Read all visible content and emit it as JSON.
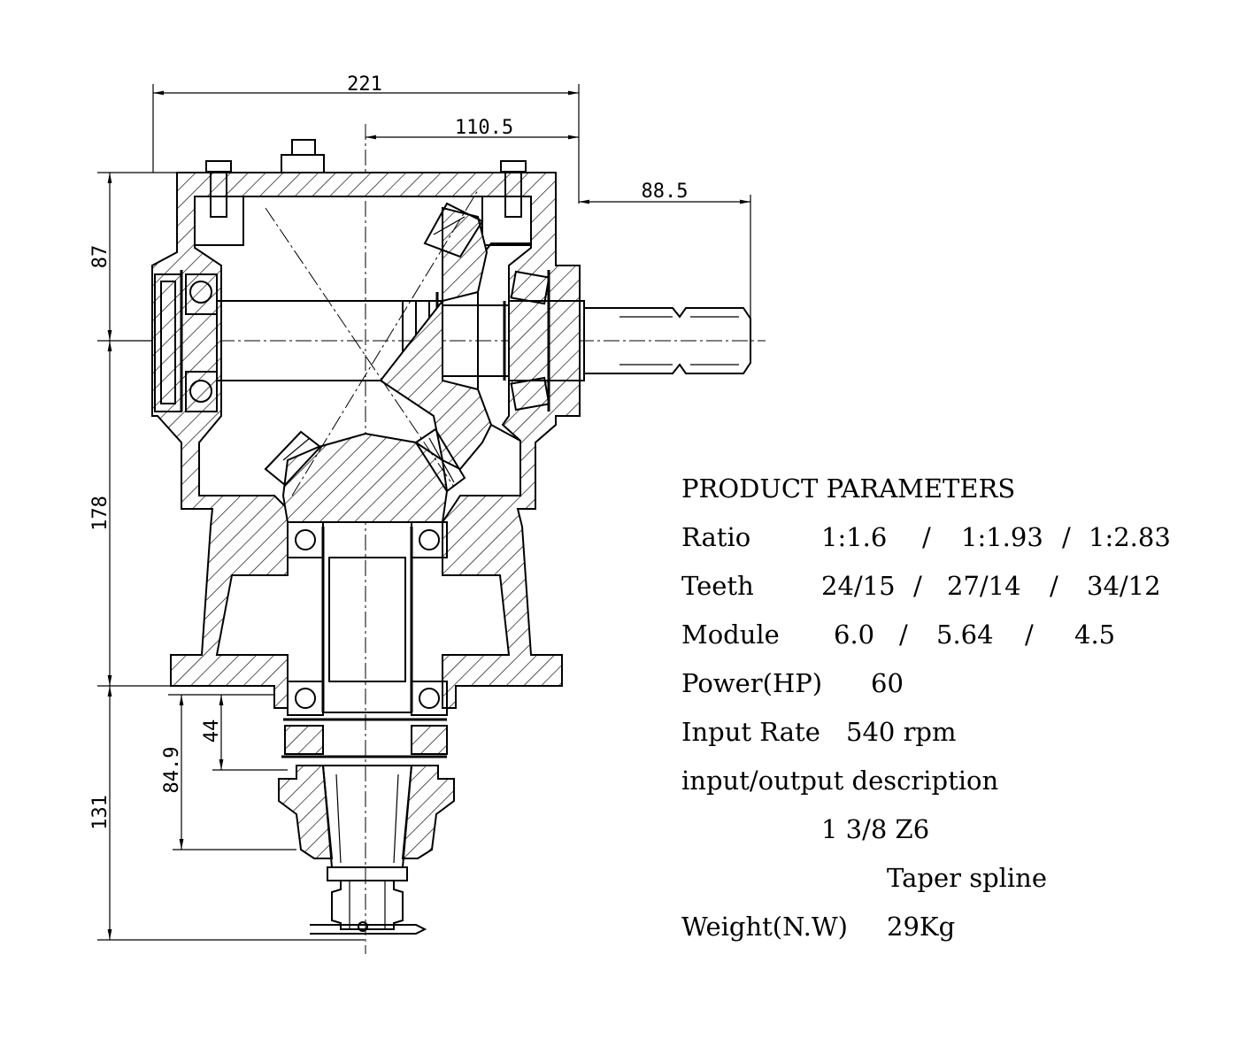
{
  "dimensions": {
    "overall_width": "221",
    "input_offset": "110.5",
    "shaft_extension": "88.5",
    "height_upper": "87",
    "height_middle": "178",
    "height_lower": "131",
    "output_offset_a": "44",
    "output_offset_b": "84.9"
  },
  "parameters": {
    "heading": "PRODUCT PARAMETERS",
    "ratio": {
      "label": "Ratio",
      "v1": "1:1.6",
      "sep1": "/",
      "v2": "1:1.93",
      "sep2": "/",
      "v3": "1:2.83"
    },
    "teeth": {
      "label": "Teeth",
      "v1": "24/15",
      "sep1": "/",
      "v2": "27/14",
      "sep2": "/",
      "v3": "34/12"
    },
    "module": {
      "label": "Module",
      "v1": "6.0",
      "sep1": "/",
      "v2": "5.64",
      "sep2": "/",
      "v3": "4.5"
    },
    "power": {
      "label": "Power(HP)",
      "value": "60"
    },
    "input_rate": {
      "label": "Input Rate",
      "value": "540 rpm"
    },
    "io_description": {
      "label": "input/output description",
      "line1": "1 3/8 Z6",
      "line2": "Taper spline"
    },
    "weight": {
      "label": "Weight(N.W)",
      "value": "29Kg"
    }
  }
}
